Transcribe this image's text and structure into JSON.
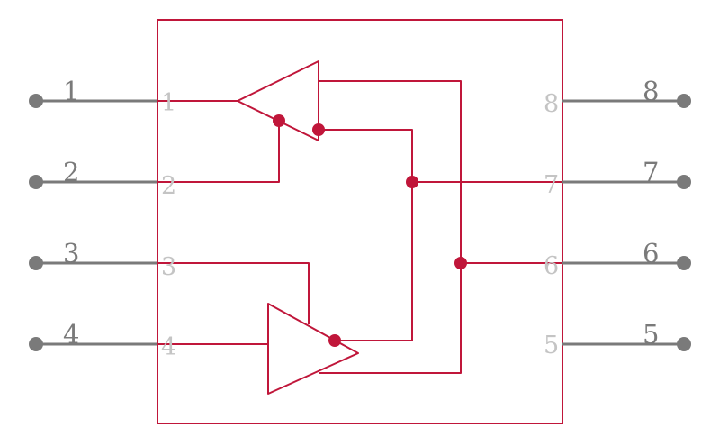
{
  "colors": {
    "body": "#c0163a",
    "pin": "#7a7a7a",
    "inner_label": "#c4c4c4",
    "background": "#ffffff"
  },
  "pins": [
    {
      "number": "1",
      "side": "left"
    },
    {
      "number": "2",
      "side": "left"
    },
    {
      "number": "3",
      "side": "left"
    },
    {
      "number": "4",
      "side": "left"
    },
    {
      "number": "5",
      "side": "right"
    },
    {
      "number": "6",
      "side": "right"
    },
    {
      "number": "7",
      "side": "right"
    },
    {
      "number": "8",
      "side": "right"
    }
  ]
}
